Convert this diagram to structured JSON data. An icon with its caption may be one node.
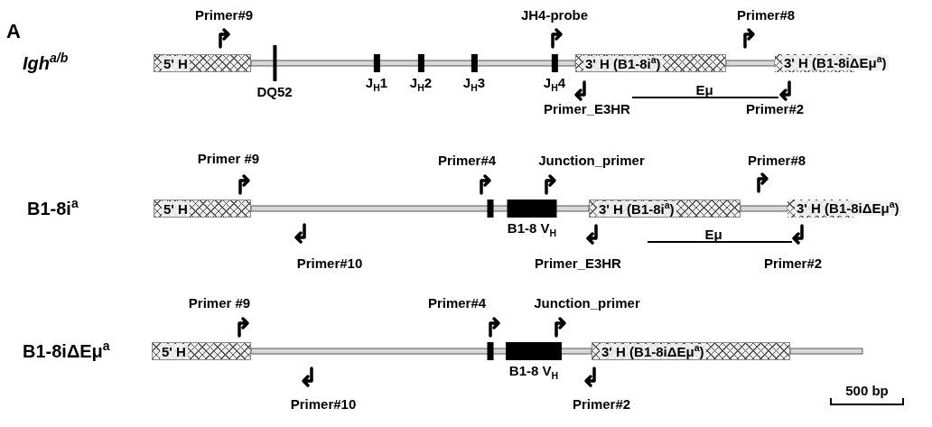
{
  "diagram": {
    "nodes": [
      {
        "text": [
          "5' H"
        ]
      },
      {
        "text": [
          "DQ52"
        ]
      },
      {
        "text": [
          "J$_{H}$1"
        ]
      },
      {
        "text": [
          "J$_{H}$2"
        ]
      },
      {
        "text": [
          "J$_{H}$3"
        ]
      },
      {
        "text": [
          "J$_{H}$4"
        ]
      },
      {
        "text": [
          "3' H (B1-8i$^{a}$)"
        ]
      },
      {
        "text": [
          "3' H (B1-8iΔEμ$^{a}$)"
        ]
      },
      {
        "text": [
          "5' H"
        ]
      },
      {
        "text": [],
        "shape": "bar"
      },
      {
        "text": [
          "B1-8 V$_{H}$"
        ]
      },
      {
        "text": [
          "3' H (B1-8i$^{a}$)"
        ]
      },
      {
        "text": [
          "3' H (B1-8iΔEμ$^{a}$)"
        ]
      },
      {
        "text": [
          "5' H"
        ]
      },
      {
        "text": [],
        "shape": "bar"
      },
      {
        "text": [
          "B1-8 V$_{H}$"
        ]
      },
      {
        "text": [
          "3' H (B1-8iΔEμ$^{a}$)"
        ]
      }
    ],
    "labels": [
      "A",
      "Primer#9",
      "JH4-probe",
      "Primer#8",
      "Igh$^{a/b}$",
      "Eμ",
      "Primer_E3HR",
      "Primer#2",
      "Primer #9",
      "Primer#4",
      "Junction_primer",
      "Primer#8",
      "B1-8i$^{a}$",
      "Eμ",
      "Primer#10",
      "Primer_E3HR",
      "Primer#2",
      "Primer #9",
      "Primer#4",
      "Junction_primer",
      "B1-8iΔEμ$^{a}$",
      "Primer#10",
      "Primer#2",
      "500 bp"
    ]
  }
}
